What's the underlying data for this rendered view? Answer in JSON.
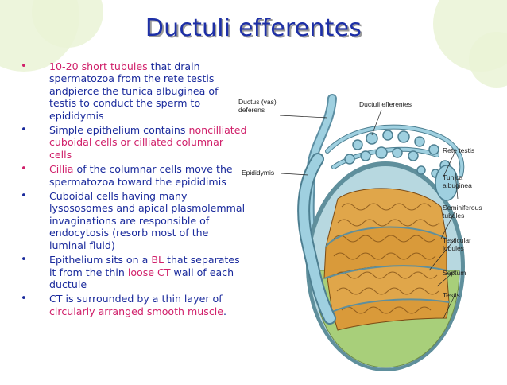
{
  "slide": {
    "title": "Ductuli efferentes",
    "bullets": [
      {
        "bullet": "•",
        "segments": [
          {
            "text": "10-20 short tubules",
            "color": "pink"
          },
          {
            "text": " that drain spermatozoa from the rete testis andpierce the tunica albuginea of testis to conduct the sperm to epididymis",
            "color": "blue"
          }
        ]
      },
      {
        "bullet": "•",
        "segments": [
          {
            "text": "Simple epithelium contains ",
            "color": "blue"
          },
          {
            "text": "noncilliated cuboidal cells or cilliated columnar cells",
            "color": "pink"
          }
        ]
      },
      {
        "bullet": "•",
        "segments": [
          {
            "text": "Cillia",
            "color": "pink"
          },
          {
            "text": " of the columnar cells move the spermatozoa toward the epididimis",
            "color": "blue"
          }
        ]
      },
      {
        "bullet": "•",
        "segments": [
          {
            "text": "Cuboidal cells having many lysososomes and apical plasmolemmal invaginations are responsible of endocytosis (resorb most of the luminal fluid)",
            "color": "blue"
          }
        ]
      },
      {
        "bullet": "•",
        "segments": [
          {
            "text": "Epithelium sits on a ",
            "color": "blue"
          },
          {
            "text": "BL",
            "color": "pink"
          },
          {
            "text": " that separates it from the thin ",
            "color": "blue"
          },
          {
            "text": "loose CT",
            "color": "pink"
          },
          {
            "text": " wall of each ductule",
            "color": "blue"
          }
        ]
      },
      {
        "bullet": "•",
        "segments": [
          {
            "text": "CT is surrounded by a thin layer of ",
            "color": "blue"
          },
          {
            "text": "circularly arranged smooth muscle",
            "color": "pink"
          },
          {
            "text": ".",
            "color": "blue"
          }
        ]
      }
    ]
  },
  "diagram": {
    "labels": {
      "ductus_vas": "Ductus (vas)\ndeferens",
      "ductuli_efferentes": "Ductuli efferentes",
      "rete_testis": "Rete testis",
      "tunica_albuginea": "Tunica\nalbuginea",
      "epididymis": "Epididymis",
      "seminiferous_tubules": "Seminiferous\ntubules",
      "testicular_lobules": "Testicular\nlobules",
      "septum": "Septum",
      "testis": "Testis"
    }
  },
  "colors": {
    "title": "#1d2fa6",
    "body_text": "#1a2a9c",
    "highlight": "#d0206a",
    "background_circles": "#eaf3d6",
    "duct_blue": "#8cc3d6",
    "tubule_orange": "#d99a3a",
    "lobule_green": "#a8cf7a"
  }
}
